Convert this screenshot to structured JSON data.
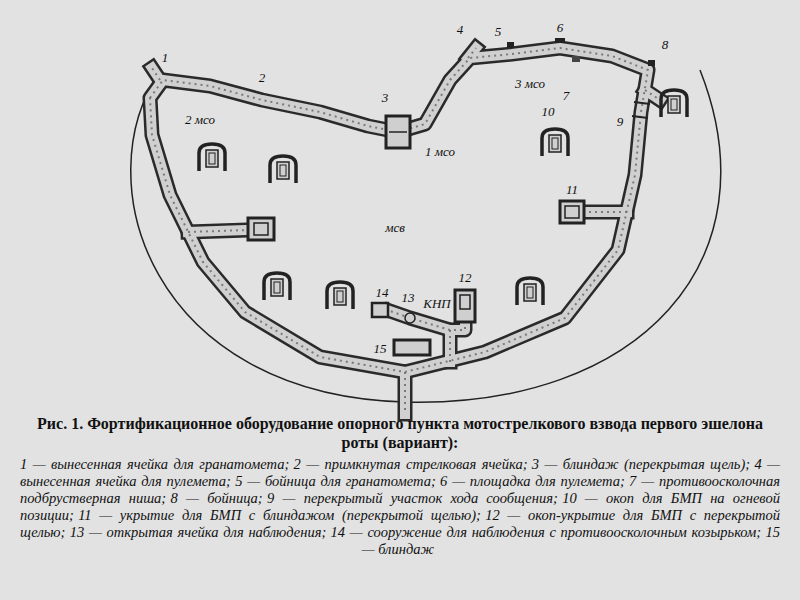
{
  "diagram": {
    "caption": "Рис. 1. Фортификационное оборудование опорного пункта мотострелкового взвода первого эшелона роты (вариант):",
    "labels": [
      "1",
      "2",
      "4",
      "5",
      "6",
      "8",
      "3",
      "3 мсо",
      "7",
      "2 мсо",
      "9",
      "10",
      "1 мсо",
      "11",
      "мсв",
      "14",
      "13",
      "12",
      "КНП",
      "15",
      "1 — вынесенная ячейка для гранатомета;",
      "2 — примкнутая стрелковая ячейка;",
      "3 — блиндаж (перекрытая щель);",
      "4 — вынесенная ячейка для пулемета;",
      "5 — бойница для гранатомета;",
      "6 — площадка для пулемета;",
      "7 — противоосколочная подбрустверная ниша;",
      "8 — бойница;",
      "9 — перекрытый участок хода сообщения;",
      "10 — окоп для БМП на огневой позиции;",
      "11 — укрытие для БМП с блиндажом (перекрытой щелью);",
      "12 — окоп-укрытие для БМП с перекрытой щелью;",
      "13 — открытая ячейка для наблюдения;",
      "14 — сооружение для наблюдения с противоосколочным козырьком;",
      "15 — блиндаж"
    ]
  }
}
